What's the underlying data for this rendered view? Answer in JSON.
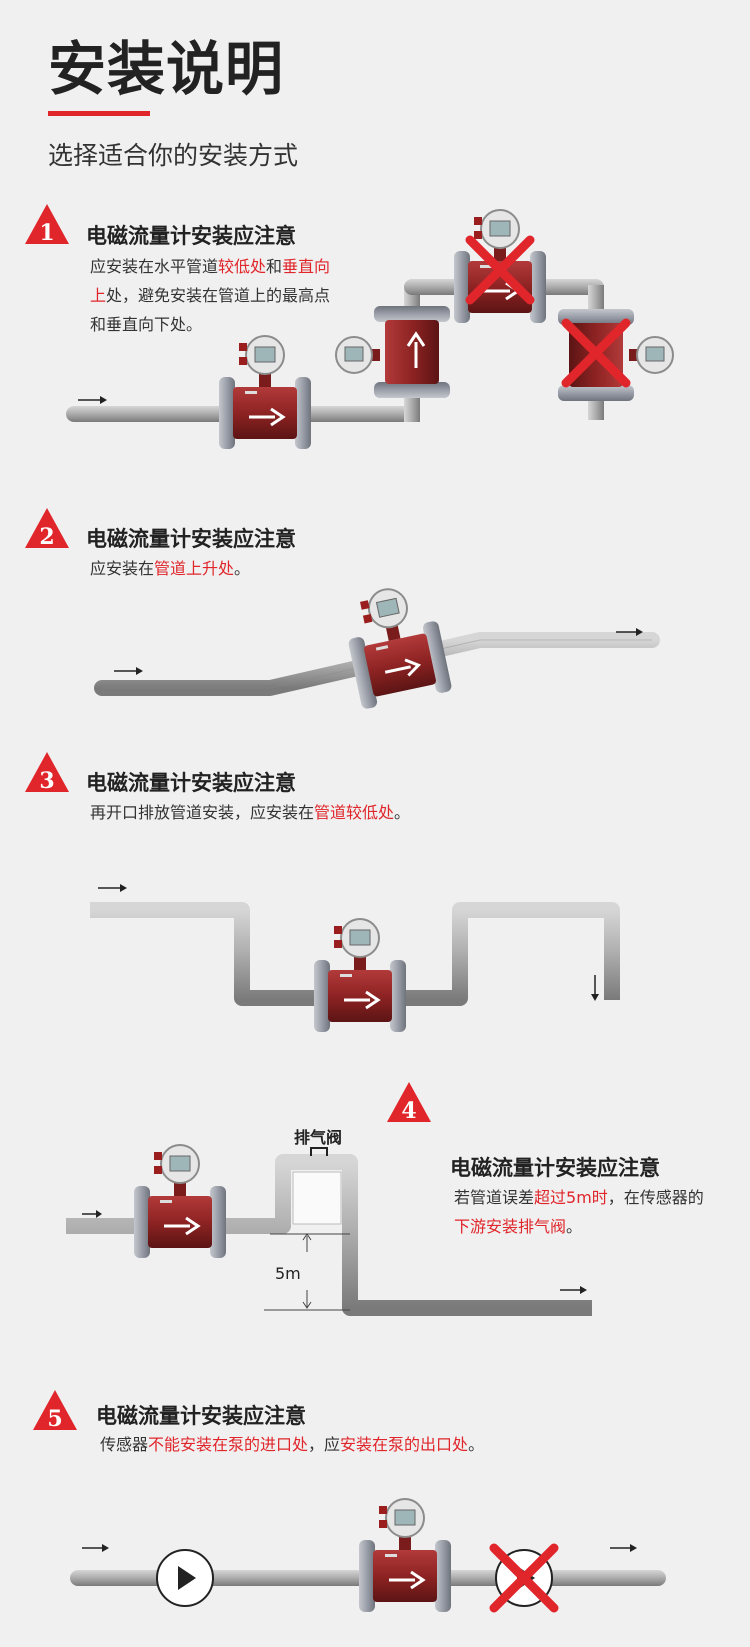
{
  "header": {
    "title": "安装说明",
    "subtitle": "选择适合你的安装方式"
  },
  "colors": {
    "accent": "#e0262b",
    "pipe": "#a9a9a9",
    "meter": "#8e2323",
    "flange": "#9a9ea8"
  },
  "sections": [
    {
      "number": "1",
      "heading": "电磁流量计安装应注意",
      "line1": {
        "a": "应安装在水平管道",
        "b": "较低处",
        "c": "和",
        "d": "垂直向"
      },
      "line2": {
        "a": "上",
        "b": "处，避免安装在管道上的最高点"
      },
      "line3": "和垂直向下处。"
    },
    {
      "number": "2",
      "heading": "电磁流量计安装应注意",
      "text": {
        "a": "应安装在",
        "b": "管道上升处",
        "c": "。"
      }
    },
    {
      "number": "3",
      "heading": "电磁流量计安装应注意",
      "text": {
        "a": "再开口排放管道安装，应安装在",
        "b": "管道较低处",
        "c": "。"
      }
    },
    {
      "number": "4",
      "heading": "电磁流量计安装应注意",
      "line1": {
        "a": "若管道误差",
        "b": "超过5m时",
        "c": "，在传感器的"
      },
      "line2": {
        "a": "下游安装排气阀",
        "b": "。"
      },
      "valve_label": "排气阀",
      "height_label": "5m"
    },
    {
      "number": "5",
      "heading": "电磁流量计安装应注意",
      "text": {
        "a": "传感器",
        "b": "不能安装在泵的进口处",
        "c": "，应",
        "d": "安装在泵的出口处",
        "e": "。"
      }
    }
  ]
}
